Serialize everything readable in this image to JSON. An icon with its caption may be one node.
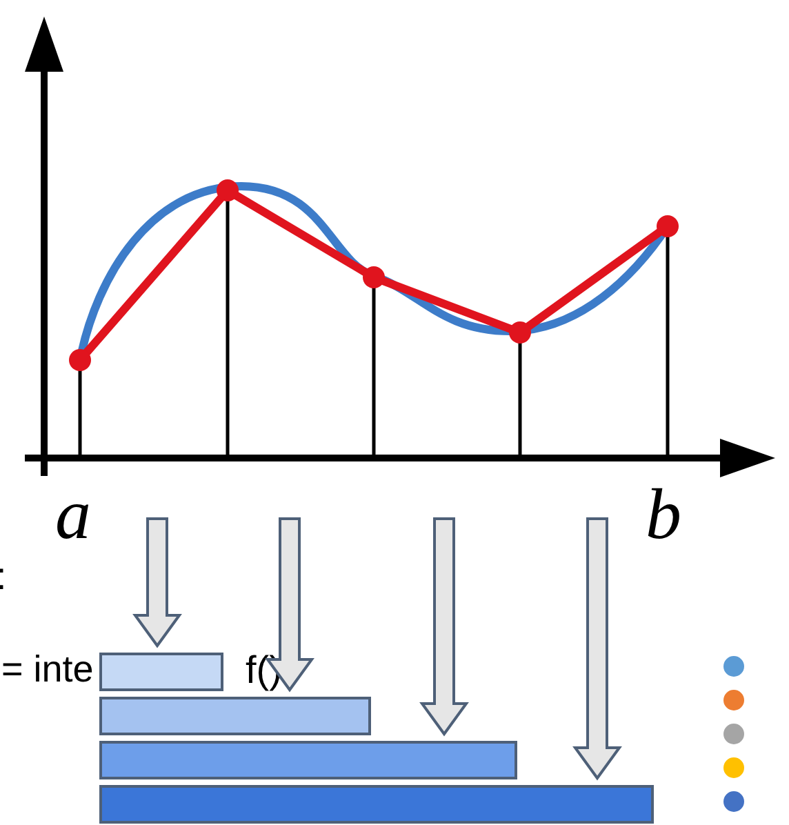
{
  "diagram": {
    "nodes": [
      {
        "text": [],
        "shape": "bar"
      },
      {
        "text": [],
        "shape": "bar"
      },
      {
        "text": [],
        "shape": "bar"
      },
      {
        "text": [],
        "shape": "bar"
      }
    ],
    "edges": [
      {
        "from": null,
        "to": 0,
        "arrow": "to"
      },
      {
        "from": null,
        "to": 1,
        "arrow": "to"
      },
      {
        "from": null,
        "to": 2,
        "arrow": "to"
      },
      {
        "from": null,
        "to": 3,
        "arrow": "to"
      }
    ],
    "labels": [
      "a",
      "b",
      ":",
      "= inte",
      "f()"
    ]
  }
}
